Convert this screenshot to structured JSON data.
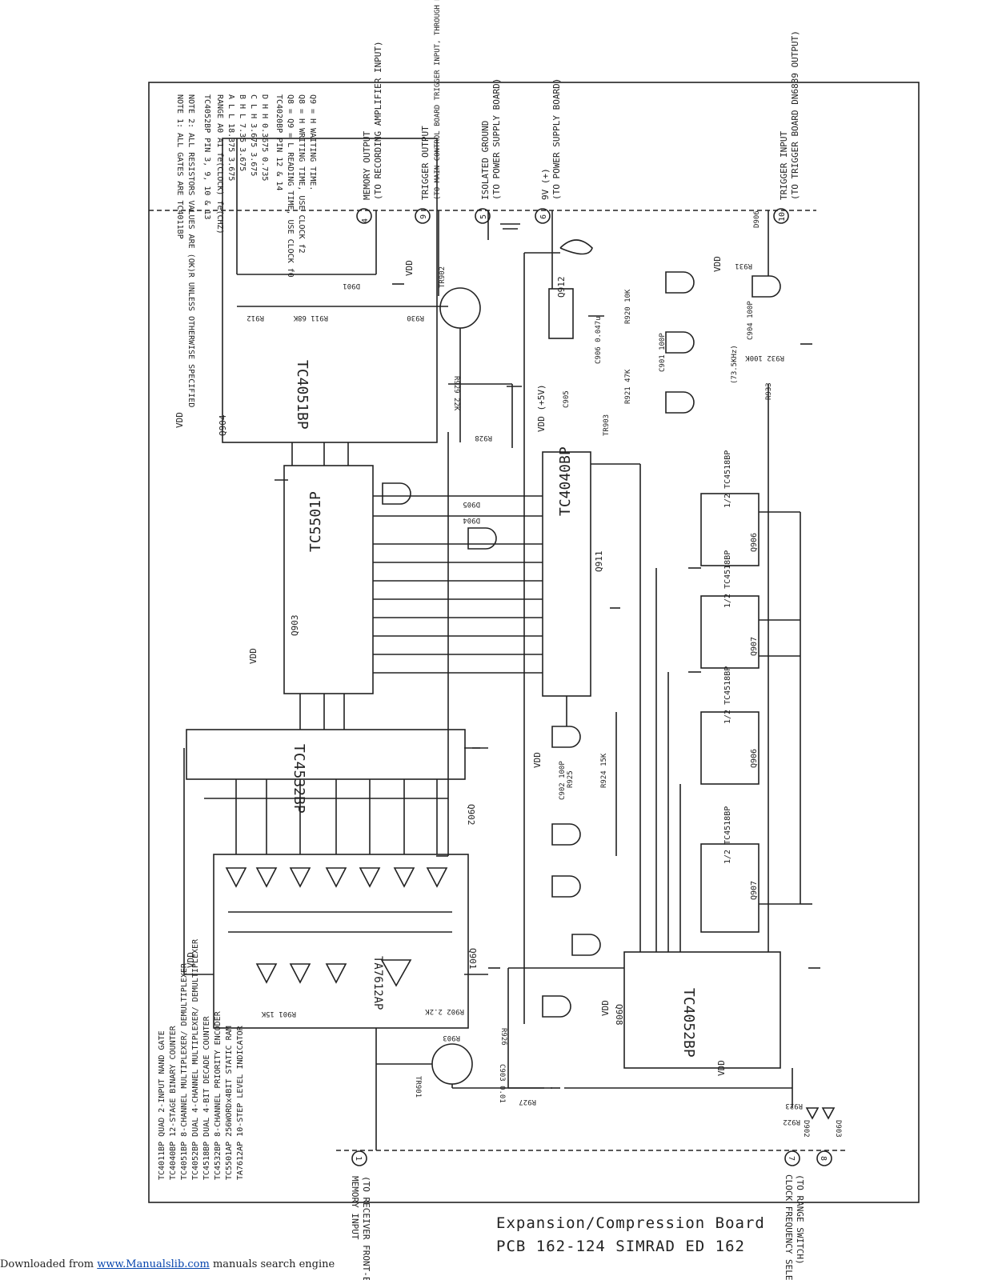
{
  "captions": {
    "line1": "Expansion/Compression Board",
    "line2": "PCB 162-124 SIMRAD ED 162"
  },
  "footer": {
    "prefix": "Downloaded from ",
    "link": "www.Manualslib.com",
    "suffix": " manuals search engine"
  },
  "notes": {
    "n1": "NOTE 1: ALL GATES ARE TC4011BP",
    "n2": "NOTE 2: ALL RESISTORS VALUES ARE (OK)R UNLESS OTHERWISE SPECIFIED",
    "n3": "TC4052BP PIN 3, 9, 10 & 13",
    "table_header": "RANGE  A0  A1  fe(CLOCK) fe(CHZ)",
    "rows": [
      "A  L  L  18.375  3.675",
      "B  H  L  7.35  3.675",
      "C  L  H  3.675  3.675",
      "D  H  H  0.3675  0.735"
    ],
    "n4": "TC4020BP PIN 12 & 14",
    "q_rows": [
      "Q8 = Q9 = L  READING TIME, USE CLOCK f0",
      "Q8 = H  WRITING TIME, USE CLOCK f2",
      "Q9 = H  WAITING TIME."
    ]
  },
  "ports": [
    {
      "num": "4",
      "label": "MEMORY OUTPUT",
      "sub": "(TO RECORDING AMPLIFIER INPUT)"
    },
    {
      "num": "9",
      "label": "TRIGGER OUTPUT",
      "sub": "(TO MAIN CONTROL BOARD TRIGGER INPUT, THROUGH RANGE SWITCH)"
    },
    {
      "num": "5",
      "label": "ISOLATED GROUND",
      "sub": "(TO POWER SUPPLY BOARD)"
    },
    {
      "num": "6",
      "label": "9V (+)",
      "sub": "(TO POWER SUPPLY BOARD)"
    },
    {
      "num": "10",
      "label": "TRIGGER INPUT",
      "sub": "(TO TRIGGER BOARD DN6839 OUTPUT)"
    },
    {
      "num": "1",
      "label": "MEMORY INPUT",
      "sub": "(TO RECEIVER FRONT-END OUTPUT)"
    },
    {
      "num": "7",
      "label": "CLOCK FREQUENCY SELECT",
      "sub": "(TO RANGE SWITCH)"
    },
    {
      "num": "8",
      "label": "",
      "sub": ""
    }
  ],
  "legend": [
    "TC4011BP  QUAD 2-INPUT NAND GATE",
    "TC4040BP  12-STAGE BINARY COUNTER",
    "TC4051BP  8-CHANNEL MULTIPLEXER/ DEMULTIPLEXER",
    "TC4052BP  DUAL 4-CHANNEL MULTIPLEXER/ DEMULTIPLEXER",
    "TC4518BP  DUAL 4-BIT DECADE COUNTER",
    "TC4532BP  8-CHANNEL PRIORITY ENCODER",
    "TC5501AP  256WORDx4BIT STATIC RAM",
    "TA7612AP  10-STEP LEVEL INDICATOR"
  ],
  "chips": {
    "q904": {
      "ref": "Q904",
      "part": "TC4051BP"
    },
    "q903": {
      "ref": "Q903",
      "part": "TC5501P"
    },
    "q911": {
      "ref": "Q911",
      "part": "TC4040BP"
    },
    "q902": {
      "ref": "Q902",
      "part": "TC4532BP"
    },
    "q901": {
      "ref": "Q901",
      "part": "TA7612AP"
    },
    "q908": {
      "ref": "Q908",
      "part": "TC4052BP"
    },
    "q906a": {
      "ref": "Q906",
      "part": "1/2 TC4518BP"
    },
    "q907a": {
      "ref": "Q907",
      "part": "1/2 TC4518BP"
    },
    "q906b": {
      "ref": "Q906",
      "part": "1/2 TC4518BP"
    },
    "q907b": {
      "ref": "Q907",
      "part": "1/2 TC4518BP"
    },
    "q912": {
      "ref": "Q912",
      "part": ""
    }
  },
  "components": {
    "tr901": "TR901",
    "tr902": "TR902",
    "tr903": "TR903",
    "r911": "R911 68K",
    "r912": "R912",
    "r930": "R930",
    "r929": "R929 22K",
    "r928": "R928",
    "r920": "R920 10K",
    "r921": "R921 47K",
    "r933": "R933",
    "r931": "R931",
    "r932": "R932 100K",
    "r925": "R925",
    "r924": "R924 15K",
    "r926": "R926",
    "r927": "R927",
    "r901": "R901 15K",
    "r902": "R902 2.2K",
    "r903": "R903",
    "r922": "R922",
    "r923": "R923",
    "c903": "C903 0.01",
    "c902": "C902 100P",
    "c904": "C904 100P",
    "c906": "C906 0.047u",
    "c905": "C905",
    "c901": "C901 100P",
    "d901": "D901",
    "d904": "D904",
    "d905": "D905",
    "d906": "D906",
    "d902": "D902",
    "d903": "D903",
    "vdd": "VDD",
    "vdd5": "VDD (+5V)",
    "freq": "(73.5KHz)"
  }
}
